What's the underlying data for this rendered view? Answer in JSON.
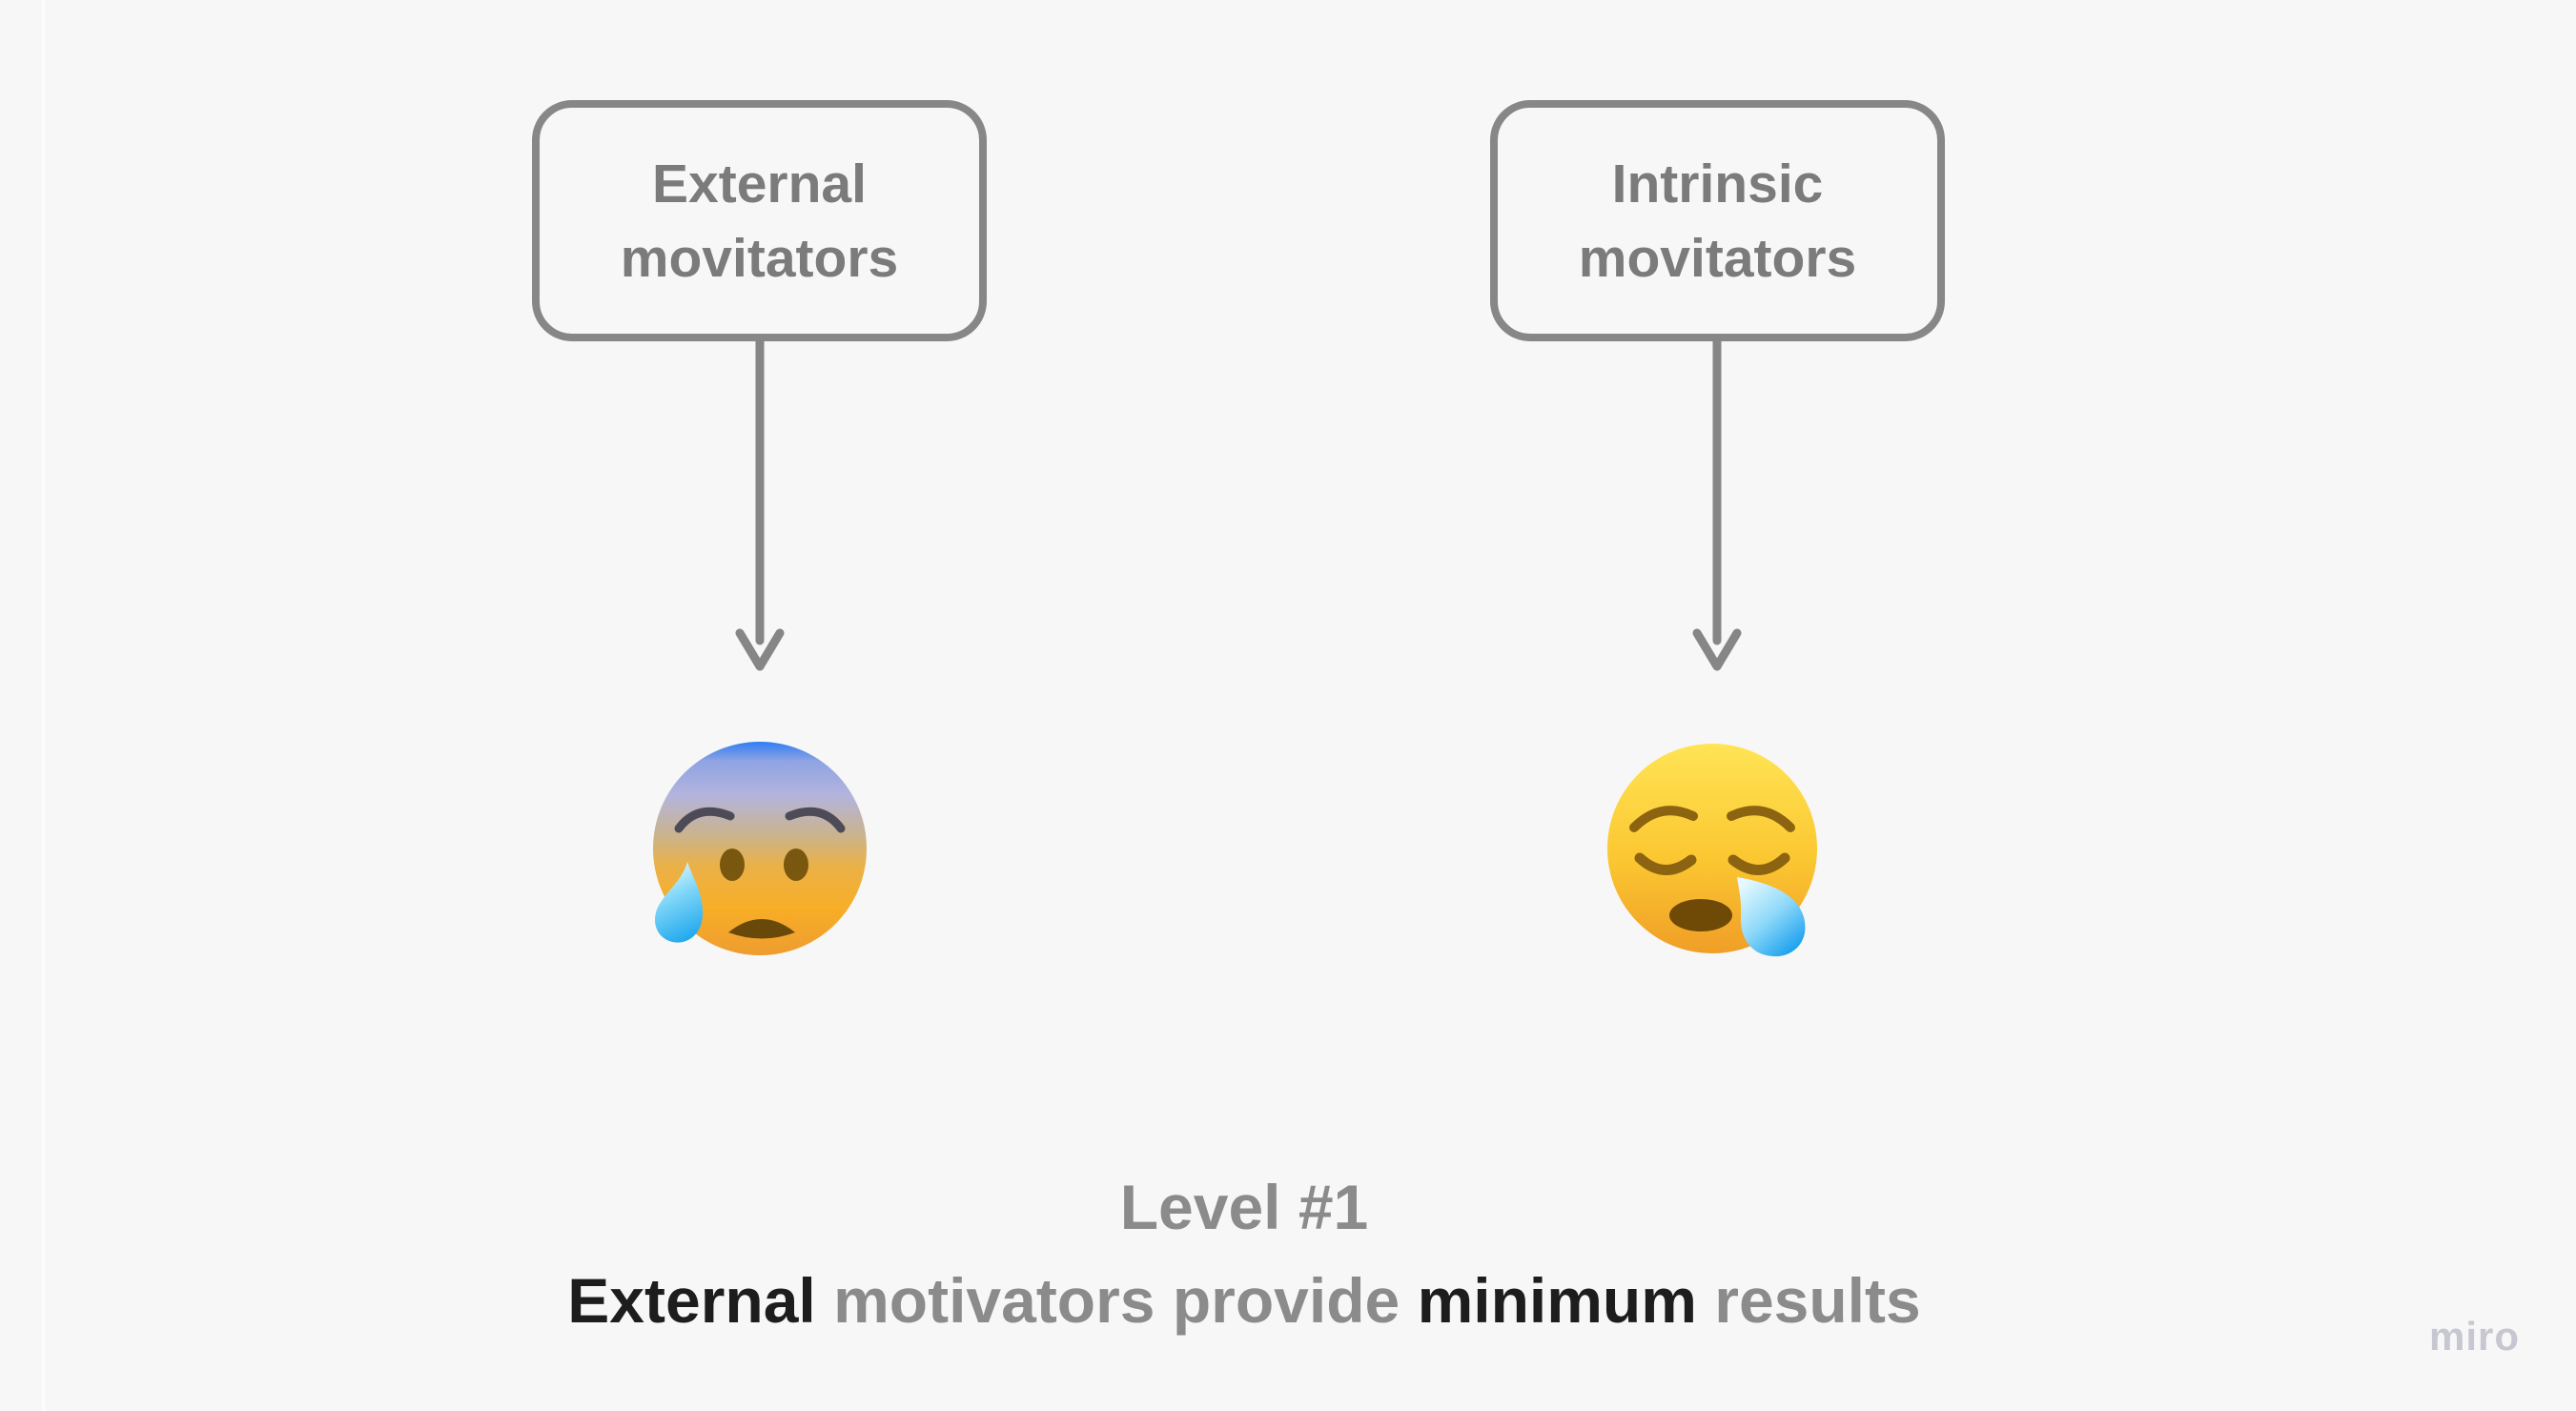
{
  "colors": {
    "canvas-bg": "#f7f7f7",
    "frame-edge": "#fdfdfd",
    "box-border": "#878787",
    "box-text": "#7b7b7b",
    "connector": "#868686",
    "caption-dark": "#1d1d1d",
    "caption-gray": "#8b8b8b",
    "watermark": "#c7c7d1"
  },
  "boxes": [
    {
      "lines": [
        "External",
        "movitators"
      ]
    },
    {
      "lines": [
        "Intrinsic",
        "movitators"
      ]
    }
  ],
  "emojis": [
    {
      "name": "anxious-face-with-sweat",
      "char": "😰"
    },
    {
      "name": "sleepy-face",
      "char": "😪"
    }
  ],
  "caption": {
    "line1": "Level #1",
    "line2_segments": [
      {
        "text": "External",
        "emphasis": true
      },
      {
        "text": " motivators provide ",
        "emphasis": false
      },
      {
        "text": "minimum",
        "emphasis": true
      },
      {
        "text": " results",
        "emphasis": false
      }
    ]
  },
  "watermark": {
    "label": "miro"
  }
}
